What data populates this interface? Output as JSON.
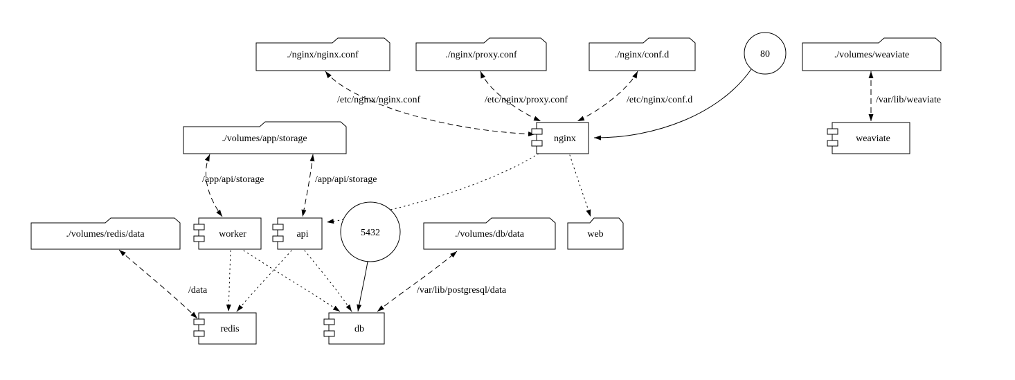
{
  "diagram": {
    "type": "docker-compose-graph",
    "colors": {
      "background": "#ffffff",
      "stroke": "#000000",
      "text": "#000000"
    },
    "nodes": {
      "nginx_conf_folder": {
        "label": "./nginx/nginx.conf",
        "shape": "folder"
      },
      "proxy_conf_folder": {
        "label": "./nginx/proxy.conf",
        "shape": "folder"
      },
      "conf_d_folder": {
        "label": "./nginx/conf.d",
        "shape": "folder"
      },
      "port_80": {
        "label": "80",
        "shape": "circle"
      },
      "weaviate_folder": {
        "label": "./volumes/weaviate",
        "shape": "folder"
      },
      "app_storage_folder": {
        "label": "./volumes/app/storage",
        "shape": "folder"
      },
      "nginx": {
        "label": "nginx",
        "shape": "component"
      },
      "weaviate": {
        "label": "weaviate",
        "shape": "component"
      },
      "redis_data_folder": {
        "label": "./volumes/redis/data",
        "shape": "folder"
      },
      "worker": {
        "label": "worker",
        "shape": "component"
      },
      "api": {
        "label": "api",
        "shape": "component"
      },
      "port_5432": {
        "label": "5432",
        "shape": "circle"
      },
      "db_data_folder": {
        "label": "./volumes/db/data",
        "shape": "folder"
      },
      "web_folder": {
        "label": "web",
        "shape": "folder"
      },
      "redis": {
        "label": "redis",
        "shape": "component"
      },
      "db": {
        "label": "db",
        "shape": "component"
      }
    },
    "edge_labels": {
      "nginx_conf_mount": "/etc/nginx/nginx.conf",
      "proxy_conf_mount": "/etc/nginx/proxy.conf",
      "conf_d_mount": "/etc/nginx/conf.d",
      "weaviate_mount": "/var/lib/weaviate",
      "app_storage_worker_mount": "/app/api/storage",
      "app_storage_api_mount": "/app/api/storage",
      "redis_data_mount": "/data",
      "db_data_mount": "/var/lib/postgresql/data"
    },
    "edges": [
      {
        "from": "nginx_conf_folder",
        "to": "nginx",
        "style": "dashed",
        "direction": "both",
        "label": "/etc/nginx/nginx.conf"
      },
      {
        "from": "proxy_conf_folder",
        "to": "nginx",
        "style": "dashed",
        "direction": "both",
        "label": "/etc/nginx/proxy.conf"
      },
      {
        "from": "conf_d_folder",
        "to": "nginx",
        "style": "dashed",
        "direction": "both",
        "label": "/etc/nginx/conf.d"
      },
      {
        "from": "port_80",
        "to": "nginx",
        "style": "solid",
        "direction": "forward",
        "label": ""
      },
      {
        "from": "weaviate_folder",
        "to": "weaviate",
        "style": "dashed",
        "direction": "both",
        "label": "/var/lib/weaviate"
      },
      {
        "from": "app_storage_folder",
        "to": "worker",
        "style": "dashed",
        "direction": "both",
        "label": "/app/api/storage"
      },
      {
        "from": "app_storage_folder",
        "to": "api",
        "style": "dashed",
        "direction": "both",
        "label": "/app/api/storage"
      },
      {
        "from": "nginx",
        "to": "api",
        "style": "dotted",
        "direction": "forward",
        "label": ""
      },
      {
        "from": "nginx",
        "to": "web_folder",
        "style": "dotted",
        "direction": "forward",
        "label": ""
      },
      {
        "from": "redis_data_folder",
        "to": "redis",
        "style": "dashed",
        "direction": "both",
        "label": "/data"
      },
      {
        "from": "db_data_folder",
        "to": "db",
        "style": "dashed",
        "direction": "both",
        "label": "/var/lib/postgresql/data"
      },
      {
        "from": "port_5432",
        "to": "db",
        "style": "solid",
        "direction": "forward",
        "label": ""
      },
      {
        "from": "worker",
        "to": "redis",
        "style": "dotted",
        "direction": "forward",
        "label": ""
      },
      {
        "from": "worker",
        "to": "db",
        "style": "dotted",
        "direction": "forward",
        "label": ""
      },
      {
        "from": "api",
        "to": "redis",
        "style": "dotted",
        "direction": "forward",
        "label": ""
      },
      {
        "from": "api",
        "to": "db",
        "style": "dotted",
        "direction": "forward",
        "label": ""
      }
    ]
  }
}
